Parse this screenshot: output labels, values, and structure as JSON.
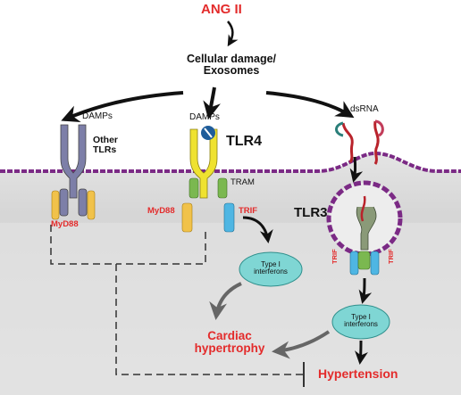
{
  "title": "ANG II",
  "cellular_damage": {
    "line1": "Cellular damage/",
    "line2": "Exosomes"
  },
  "ligands": {
    "damps_left": "DAMPs",
    "damps_center": "DAMPs",
    "dsrna": "dsRNA"
  },
  "receptors": {
    "other_tlrs": {
      "line1": "Other",
      "line2": "TLRs"
    },
    "tlr4": "TLR4",
    "tlr3": "TLR3"
  },
  "adaptors": {
    "myd88_left": "MyD88",
    "myd88_center": "MyD88",
    "tram": "TRAM",
    "trif_tlr4": "TRIF",
    "trif_tlr3_left": "TRIF",
    "trif_tlr3_right": "TRIF"
  },
  "interferons": {
    "tlr4": {
      "line1": "Type I",
      "line2": "interferons"
    },
    "tlr3": {
      "line1": "Type I",
      "line2": "interferons"
    }
  },
  "outcomes": {
    "cardiac_hypertrophy": {
      "line1": "Cardiac",
      "line2": "hypertrophy"
    },
    "hypertension": "Hypertension"
  },
  "colors": {
    "accent_red": "#e32b2b",
    "membrane": "#7b2a85",
    "cytoplasm": "#d8d8d8",
    "interferon_fill": "#7fd6d4",
    "myd88_fill": "#f1c24a",
    "trif_fill": "#4fb6e3",
    "tram_fill": "#7bb850",
    "tlr4_fill": "#efe230",
    "other_tlr_fill": "#7d7fa8",
    "tlr3_fill": "#8a9a78"
  },
  "icons": [
    "dsrna-icon",
    "damps-icon",
    "arrow-icon",
    "inhibition-icon"
  ]
}
